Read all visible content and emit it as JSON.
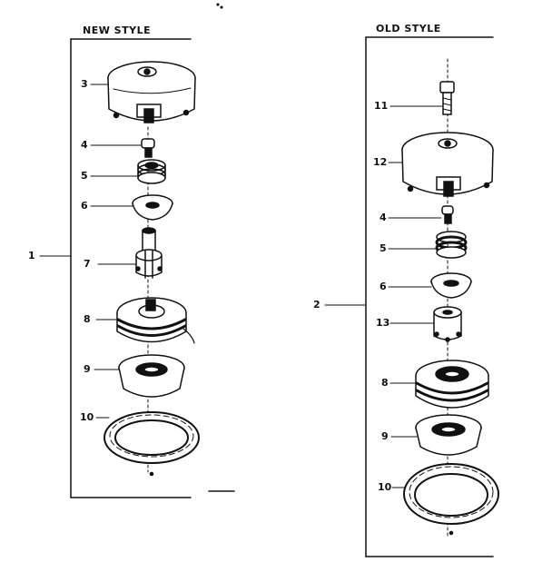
{
  "columns": {
    "new": {
      "title": "NEW STYLE",
      "group_number": "1"
    },
    "old": {
      "title": "OLD STYLE",
      "group_number": "2"
    }
  },
  "parts_new": [
    {
      "number": "3",
      "part": "housing"
    },
    {
      "number": "4",
      "part": "bolt"
    },
    {
      "number": "5",
      "part": "spring"
    },
    {
      "number": "6",
      "part": "washer"
    },
    {
      "number": "7",
      "part": "shaft"
    },
    {
      "number": "8",
      "part": "spool"
    },
    {
      "number": "9",
      "part": "cup"
    },
    {
      "number": "10",
      "part": "cover"
    }
  ],
  "parts_old": [
    {
      "number": "11",
      "part": "bolt"
    },
    {
      "number": "12",
      "part": "housing"
    },
    {
      "number": "4",
      "part": "bolt"
    },
    {
      "number": "5",
      "part": "spring"
    },
    {
      "number": "6",
      "part": "washer"
    },
    {
      "number": "13",
      "part": "shaft"
    },
    {
      "number": "8",
      "part": "spool"
    },
    {
      "number": "9",
      "part": "cup"
    },
    {
      "number": "10",
      "part": "cover"
    }
  ],
  "colors": {
    "ink": "#111111",
    "paper": "#ffffff"
  }
}
